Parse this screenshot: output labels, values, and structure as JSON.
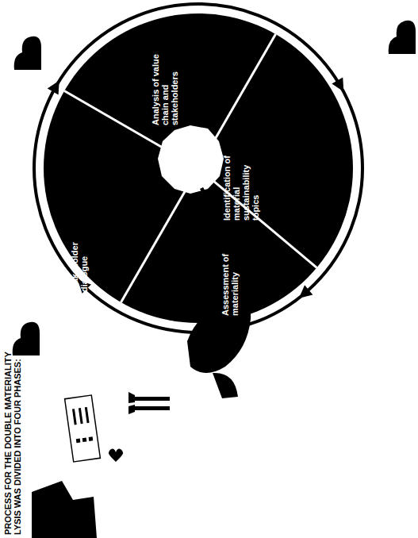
{
  "diagram": {
    "title": "PROCESS FOR THE DOUBLE MATERIALITY LYSIS WAS DIVIDED INTO FOUR PHASES:",
    "nodes": [
      {
        "text": [
          "Analysis of value chain and stakeholders"
        ]
      },
      {
        "text": [
          "Identification of material sustainability topics"
        ]
      },
      {
        "text": [
          "Assessment of materiality"
        ]
      },
      {
        "text": [
          "Stakeholder dialogue"
        ]
      }
    ]
  }
}
